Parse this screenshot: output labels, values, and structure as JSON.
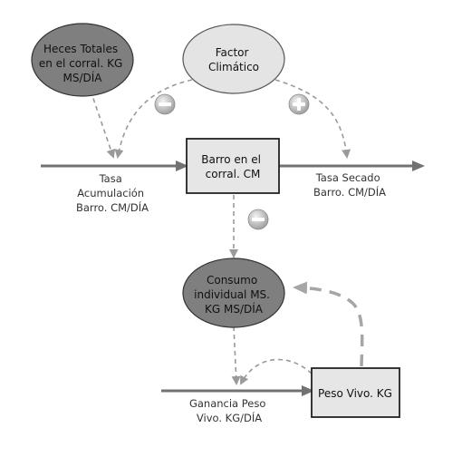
{
  "nodes": {
    "heces": {
      "lines": [
        "Heces Totales",
        "en el corral. KG",
        "MS/DÍA"
      ]
    },
    "factor": {
      "lines": [
        "Factor",
        "Climático"
      ]
    },
    "barro": {
      "lines": [
        "Barro en el",
        "corral. CM"
      ]
    },
    "consumo": {
      "lines": [
        "Consumo",
        "individual MS.",
        "KG MS/DÍA"
      ]
    },
    "peso": {
      "lines": [
        "Peso Vivo. KG"
      ]
    }
  },
  "flows": {
    "tasa_acumulacion": {
      "lines": [
        "Tasa",
        "Acumulación",
        "Barro. CM/DÍA"
      ]
    },
    "tasa_secado": {
      "lines": [
        "Tasa Secado",
        "Barro. CM/DÍA"
      ]
    },
    "ganancia_peso": {
      "lines": [
        "Ganancia Peso",
        "Vivo. KG/DÍA"
      ]
    }
  },
  "polarity": {
    "factor_to_acumulacion": "−",
    "factor_to_secado": "+",
    "barro_to_consumo": "−"
  },
  "colors": {
    "dark_ellipse": "#7f7f7f",
    "light_ellipse": "#e4e4e4",
    "box_fill": "#e6e6e6",
    "flow_arrow": "#727272",
    "dashed_link": "#9a9a9a",
    "feedback_link": "#a6a6a6"
  }
}
